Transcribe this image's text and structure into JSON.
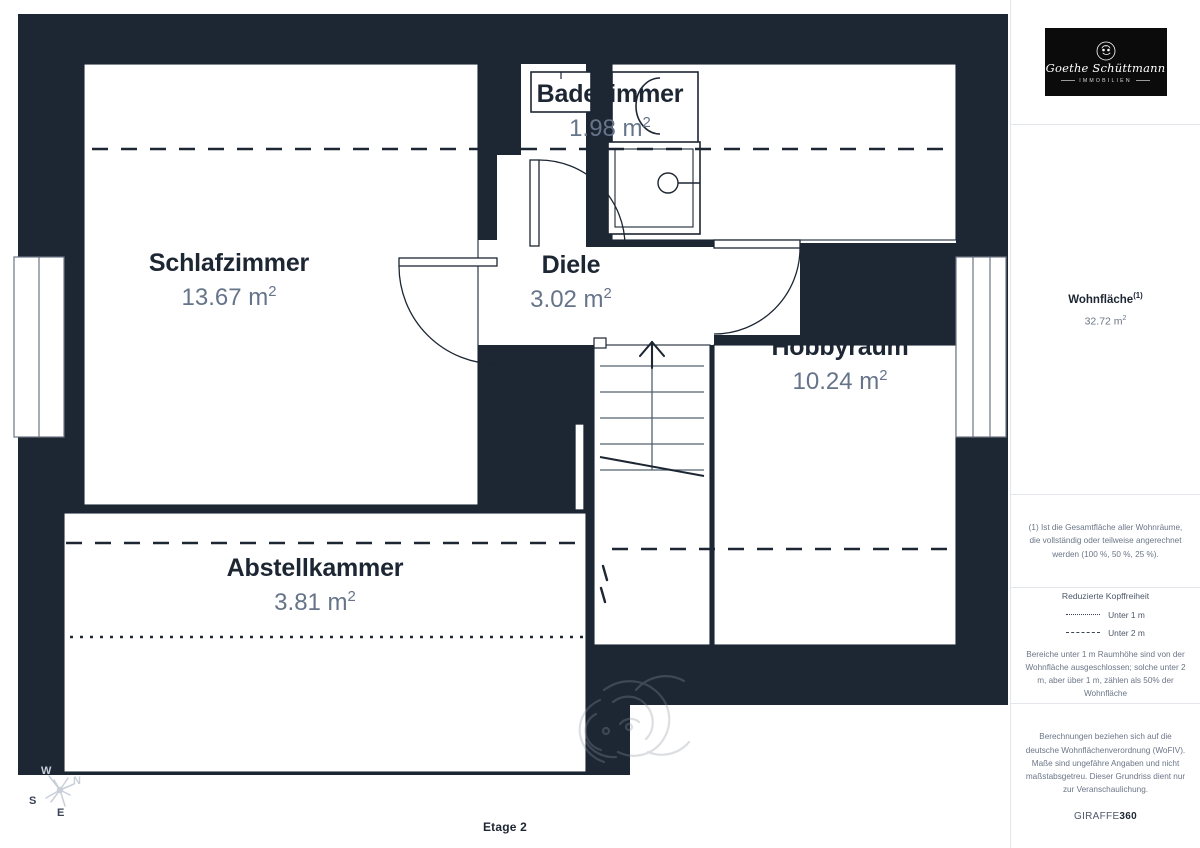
{
  "plan": {
    "floor_label": "Etage 2",
    "rooms": [
      {
        "name": "Schlafzimmer",
        "area": "13.67 m",
        "sup": "2"
      },
      {
        "name": "Badezimmer",
        "area": "1.98 m",
        "sup": "2"
      },
      {
        "name": "Diele",
        "area": "3.02 m",
        "sup": "2"
      },
      {
        "name": "Hobbyraum",
        "area": "10.24 m",
        "sup": "2"
      },
      {
        "name": "Abstellkammer",
        "area": "3.81 m",
        "sup": "2"
      }
    ],
    "compass": {
      "n": "N",
      "e": "E",
      "s": "S",
      "w": "W"
    },
    "colors": {
      "wall": "#1d2633",
      "room_fill": "#ffffff",
      "text": "#1d2633",
      "area_text": "#66748a"
    }
  },
  "sidebar": {
    "logo": {
      "script": "Goethe Schüttmann",
      "subtitle": "IMMOBILIEN"
    },
    "living_area": {
      "label": "Wohnfläche",
      "sup": "(1)",
      "value": "32.72 m",
      "value_sup": "2"
    },
    "footnote": "(1) Ist die Gesamtfläche aller Wohnräume, die vollständig oder teilweise angerechnet werden (100 %, 50 %, 25 %).",
    "legend": {
      "title": "Reduzierte Kopffreiheit",
      "items": [
        {
          "label": "Unter 1 m",
          "style": "dotted"
        },
        {
          "label": "Unter 2 m",
          "style": "dashed"
        }
      ],
      "body": "Bereiche unter 1 m Raumhöhe sind von der Wohnfläche ausgeschlossen; solche unter 2 m, aber über 1 m, zählen als 50% der Wohnfläche"
    },
    "disclaimer": "Berechnungen beziehen sich auf die deutsche Wohnflächenverordnung (WoFIV). Maße sind ungefähre Angaben und nicht maßstabsgetreu. Dieser Grundriss dient nur zur Veranschaulichung.",
    "brand": {
      "first": "GIRAFFE",
      "second": "360"
    }
  }
}
